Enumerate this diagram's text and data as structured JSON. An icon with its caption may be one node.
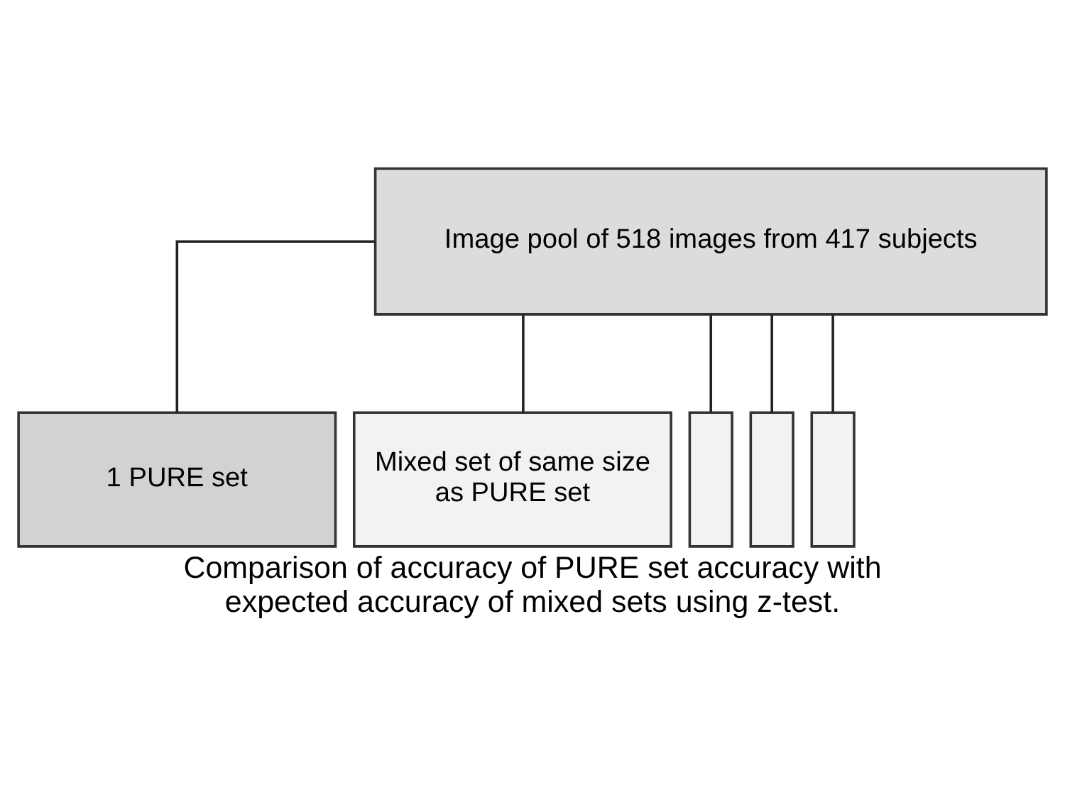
{
  "diagram": {
    "caption": "Comparison of accuracy of PURE set accuracy with expected accuracy of mixed sets using z-test.",
    "nodes": [
      {
        "text": [
          "Image pool of 518 images from 417 subjects"
        ]
      },
      {
        "text": [
          "1 PURE set"
        ]
      },
      {
        "text": [
          "Mixed set of same size as PURE set"
        ]
      },
      {
        "text": [],
        "shape": "box"
      },
      {
        "text": [],
        "shape": "box"
      },
      {
        "text": [],
        "shape": "box"
      }
    ],
    "edges": [
      {
        "from": 0,
        "to": 1,
        "arrow": "none"
      },
      {
        "from": 0,
        "to": 2,
        "arrow": "none"
      },
      {
        "from": 0,
        "to": 3,
        "arrow": "none"
      },
      {
        "from": 0,
        "to": 4,
        "arrow": "none"
      },
      {
        "from": 0,
        "to": 5,
        "arrow": "none"
      }
    ]
  }
}
